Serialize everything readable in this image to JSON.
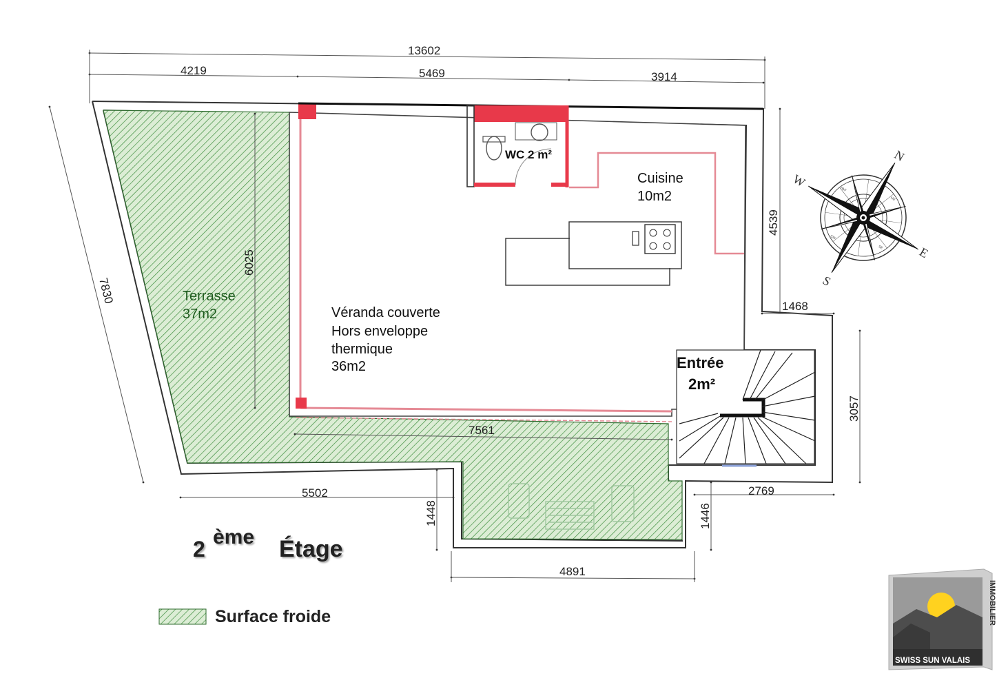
{
  "dimensions": {
    "total_width": "13602",
    "top_left": "4219",
    "top_middle": "5469",
    "top_right": "3914",
    "left_diagonal": "7830",
    "terrace_height": "6025",
    "kitchen_height": "4539",
    "entrance_offset": "1468",
    "stair_height": "3057",
    "veranda_bottom": "7561",
    "bottom_left": "5502",
    "step_left": "1448",
    "step_right": "1446",
    "bottom_right": "2769",
    "bottom_middle": "4891"
  },
  "rooms": {
    "wc": "WC 2 m²",
    "kitchen_name": "Cuisine",
    "kitchen_area": "10m2",
    "terrace_name": "Terrasse",
    "terrace_area": "37m2",
    "veranda_line1": "Véranda couverte",
    "veranda_line2": "Hors enveloppe",
    "veranda_line3": "thermique",
    "veranda_area": "36m2",
    "entrance_name": "Entrée",
    "entrance_area": "2m²"
  },
  "floor_title": {
    "number": "2",
    "suffix": "ème",
    "word": "Étage"
  },
  "legend": {
    "label": "Surface froide"
  },
  "compass": {
    "north": "N",
    "east": "E",
    "south": "S",
    "west": "W",
    "ne": "NE",
    "se": "SE",
    "sw": "SW",
    "nw": "NW"
  },
  "logo": {
    "brand": "SWISS SUN VALAIS",
    "side": "IMMOBILIER"
  },
  "colors": {
    "cold_surface_fill": "#dcedd5",
    "cold_surface_hatch": "#3f8f3f",
    "wall_red": "#e8394a",
    "wall_pink": "#e58a95"
  }
}
